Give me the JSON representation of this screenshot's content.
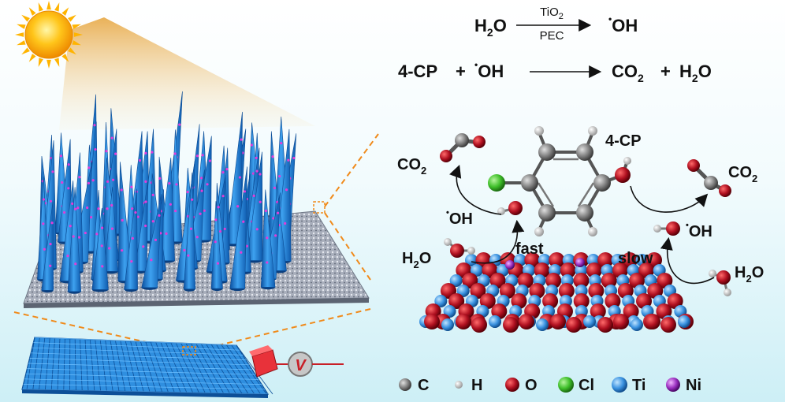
{
  "equations": {
    "eq1": {
      "reactant": "H",
      "reactant_sub": "2",
      "reactant_tail": "O",
      "catalyst_top": "TiO",
      "catalyst_top_sub": "2",
      "catalyst_bottom": "PEC",
      "product_dot": "•",
      "product": "OH"
    },
    "eq2": {
      "reactant1": "4-CP",
      "plus1": "+",
      "reactant2_dot": "•",
      "reactant2": "OH",
      "product1": "CO",
      "product1_sub": "2",
      "plus2": "+",
      "product2": "H",
      "product2_sub": "2",
      "product2_tail": "O"
    }
  },
  "mechanism": {
    "molecule_label": "4-CP",
    "co2_left": "CO",
    "co2_left_sub": "2",
    "co2_right": "CO",
    "co2_right_sub": "2",
    "oh_left_dot": "•",
    "oh_left": "OH",
    "oh_right_dot": "•",
    "oh_right": "OH",
    "h2o_left": "H",
    "h2o_left_sub": "2",
    "h2o_left_tail": "O",
    "h2o_right": "H",
    "h2o_right_sub": "2",
    "h2o_right_tail": "O",
    "fast_label": "fast",
    "slow_label": "slow"
  },
  "device": {
    "voltmeter_label": "V"
  },
  "legend": {
    "items": [
      {
        "symbol": "C",
        "color": "#808080"
      },
      {
        "symbol": "H",
        "color": "#d0d0d0"
      },
      {
        "symbol": "O",
        "color": "#b01020"
      },
      {
        "symbol": "Cl",
        "color": "#3fbf2a"
      },
      {
        "symbol": "Ti",
        "color": "#2f8fe0"
      },
      {
        "symbol": "Ni",
        "color": "#9a2fc0"
      }
    ]
  },
  "colors": {
    "spike": "#1f78d1",
    "substrate": "#9aa2b0",
    "oxygen": "#b01020",
    "titanium": "#3a92e0",
    "dashed_zoom": "#f08a1a",
    "sun": "#ffb400"
  }
}
